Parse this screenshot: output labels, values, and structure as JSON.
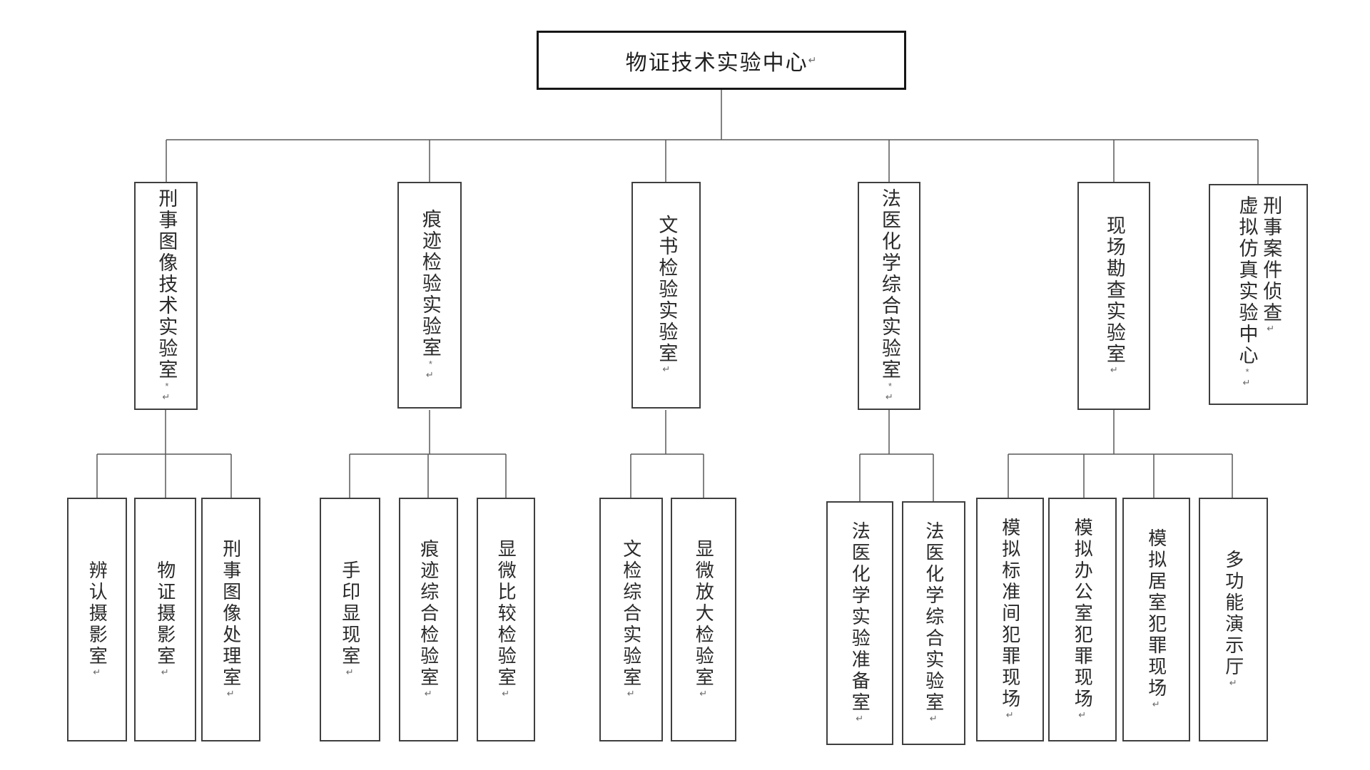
{
  "root": {
    "label": "物证技术实验中心",
    "marks": "↵"
  },
  "level2": [
    {
      "label": "刑事图像技术实验室",
      "marks": "*↵"
    },
    {
      "label": "痕迹检验实验室",
      "marks": "*↵"
    },
    {
      "label": "文书检验实验室",
      "marks": "↵"
    },
    {
      "label": "法医化学综合实验室",
      "marks": "*↵"
    },
    {
      "label": "现场勘查实验室",
      "marks": "↵"
    },
    {
      "columns": [
        {
          "label": "刑事案件侦查",
          "marks": "↵"
        },
        {
          "label": "虚拟仿真实验中心",
          "marks": "*↵"
        }
      ]
    }
  ],
  "groups": [
    {
      "children": [
        {
          "label": "辨认摄影室",
          "marks": "↵"
        },
        {
          "label": "物证摄影室",
          "marks": "↵"
        },
        {
          "label": "刑事图像处理室",
          "marks": "↵"
        }
      ]
    },
    {
      "children": [
        {
          "label": "手印显现室",
          "marks": "↵"
        },
        {
          "label": "痕迹综合检验室",
          "marks": "↵"
        },
        {
          "label": "显微比较检验室",
          "marks": "↵"
        }
      ]
    },
    {
      "children": [
        {
          "label": "文检综合实验室",
          "marks": "↵"
        },
        {
          "label": "显微放大检验室",
          "marks": "↵"
        }
      ]
    },
    {
      "children": [
        {
          "label": "法医化学实验准备室",
          "marks": "↵"
        },
        {
          "label": "法医化学综合实验室",
          "marks": "↵"
        }
      ]
    },
    {
      "children": [
        {
          "label": "模拟标准间犯罪现场",
          "marks": "↵"
        },
        {
          "label": "模拟办公室犯罪现场",
          "marks": "↵"
        },
        {
          "label": "模拟居室犯罪现场",
          "marks": "↵"
        },
        {
          "label": "多功能演示厅",
          "marks": "↵"
        }
      ]
    }
  ],
  "colors": {
    "background": "#ffffff",
    "box_border": "#3f3f3f",
    "root_border": "#161616",
    "connector_line": "#595959",
    "text": "#2a2a2a",
    "paragraph_mark": "#6a6a6a"
  }
}
